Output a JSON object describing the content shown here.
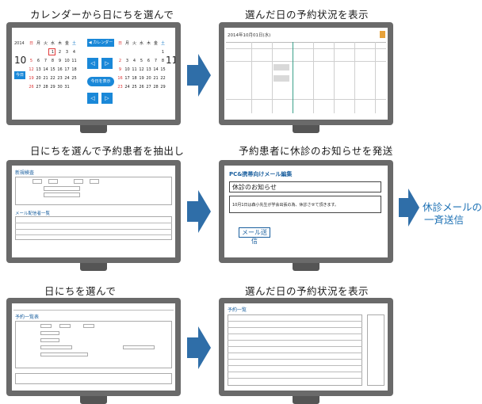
{
  "captions": {
    "r1_left": "カレンダーから日にちを選んで",
    "r1_right": "選んだ日の予約状況を表示",
    "r2_left": "日にちを選んで予約患者を抽出し",
    "r2_right": "予約患者に休診のお知らせを発送",
    "r3_left": "日にちを選んで",
    "r3_right": "選んだ日の予約状況を表示"
  },
  "side_label": {
    "line1": "休診メールの",
    "line2": "一斉送信"
  },
  "calendar": {
    "year1": "2014",
    "month1": "10",
    "today": "今日",
    "btn_calendar": "◀ カレンダー",
    "btn_mid": "今日を表示",
    "month2": "11",
    "weekdays": [
      "日",
      "月",
      "火",
      "水",
      "木",
      "金",
      "土"
    ],
    "days1": [
      "",
      "",
      "",
      "1",
      "2",
      "3",
      "4",
      "5",
      "6",
      "7",
      "8",
      "9",
      "10",
      "11",
      "12",
      "13",
      "14",
      "15",
      "16",
      "17",
      "18",
      "19",
      "20",
      "21",
      "22",
      "23",
      "24",
      "25",
      "26",
      "27",
      "28",
      "29",
      "30",
      "31",
      ""
    ],
    "days2": [
      "",
      "",
      "",
      "",
      "",
      "",
      "1",
      "2",
      "3",
      "4",
      "5",
      "6",
      "7",
      "8",
      "9",
      "10",
      "11",
      "12",
      "13",
      "14",
      "15",
      "16",
      "17",
      "18",
      "19",
      "20",
      "21",
      "22",
      "23",
      "24",
      "25",
      "26",
      "27",
      "28",
      "29"
    ]
  },
  "status_screen": {
    "date_title": "2014年10月01日(水)"
  },
  "extract_screen": {
    "title": "新規検査",
    "list_title": "メール配信者一覧"
  },
  "mail_screen": {
    "title": "PC&携帯向けメール編集",
    "subject": "休診のお知らせ",
    "body": "10月1日は森小先生が学会出張の為、休診させて頂きます。",
    "send_button": "メール送信"
  },
  "list_screen": {
    "title": "予約一覧表"
  },
  "result_screen": {
    "title": "予約一覧"
  },
  "colors": {
    "accent": "#1a88d8",
    "arrow": "#2f6ea8",
    "selected": "#e23b3b"
  }
}
